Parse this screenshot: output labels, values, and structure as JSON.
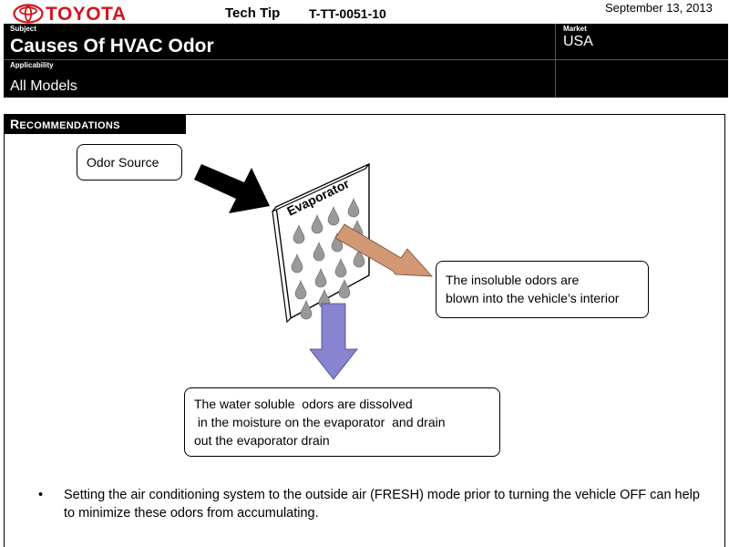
{
  "header": {
    "brand": "TOYOTA",
    "doc_type": "Tech Tip",
    "doc_number": "T-TT-0051-10",
    "date": "September 13, 2013"
  },
  "info": {
    "subject_label": "Subject",
    "subject": "Causes Of HVAC Odor",
    "applicability_label": "Applicability",
    "applicability": "All Models",
    "market_label": "Market",
    "market": "USA"
  },
  "section": {
    "title_first": "R",
    "title_rest": "ECOMMENDATIONS"
  },
  "diagram": {
    "odor_source": "Odor Source",
    "evaporator_label": "Evaporator",
    "insoluble_line1": "The insoluble  odors are",
    "insoluble_line2": "blown into the vehicle’s interior",
    "soluble_line1": "The water soluble  odors are dissolved",
    "soluble_line2": " in the moisture on the evaporator  and drain",
    "soluble_line3": "out the evaporator drain",
    "colors": {
      "black_arrow": "#000000",
      "salmon_arrow": "#d29874",
      "purple_arrow": "#8984cf",
      "brand_red": "#d2151d"
    }
  },
  "bullet": {
    "symbol": "•",
    "text": "Setting the air conditioning system to the outside air (FRESH) mode prior to turning the vehicle OFF can help to minimize these odors from accumulating."
  }
}
